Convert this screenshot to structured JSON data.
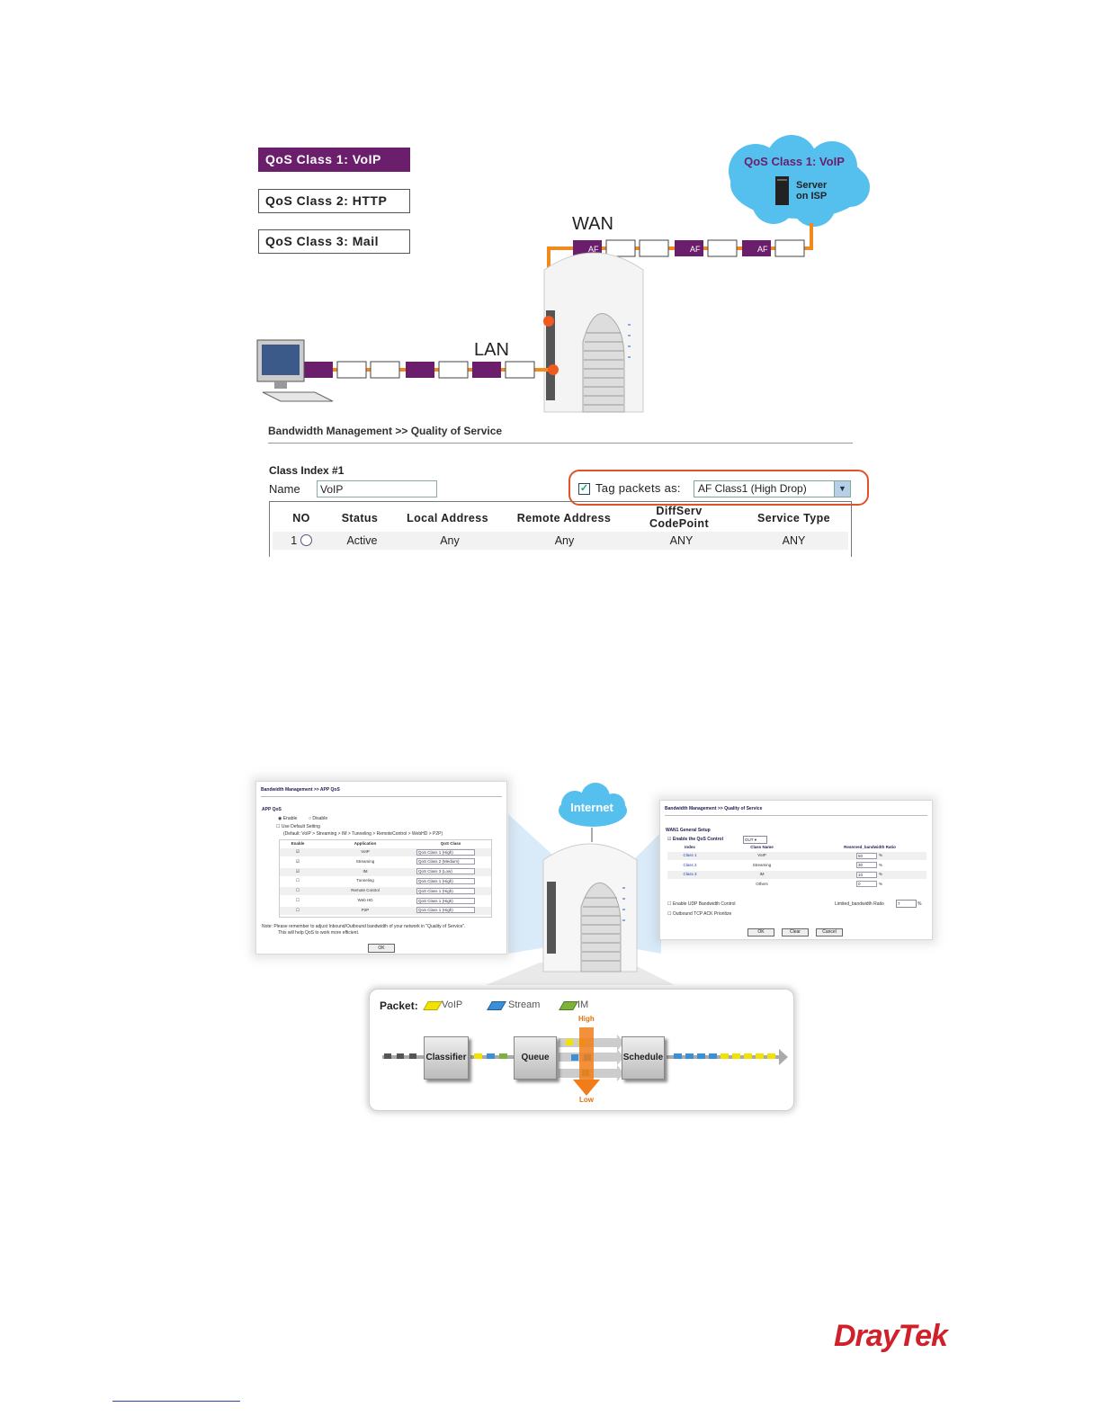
{
  "diagram_top": {
    "qos_labels": [
      "QoS Class 1: VoIP",
      "QoS Class 2: HTTP",
      "QoS  Class 3: Mail"
    ],
    "cloud_title": "QoS Class 1: VoIP",
    "server_label_1": "Server",
    "server_label_2": "on ISP",
    "wan_label": "WAN",
    "lan_label": "LAN",
    "af_tag": "AF"
  },
  "qos_form": {
    "breadcrumb": "Bandwidth Management >> Quality of Service",
    "class_index": "Class Index #1",
    "name_label": "Name",
    "name_value": "VoIP",
    "tag_label": "Tag packets as:",
    "tag_value": "AF Class1 (High Drop)",
    "columns": [
      "NO",
      "Status",
      "Local Address",
      "Remote Address",
      "DiffServ CodePoint",
      "Service Type"
    ],
    "row": {
      "no": "1",
      "status": "Active",
      "local": "Any",
      "remote": "Any",
      "diffserv": "ANY",
      "service": "ANY"
    }
  },
  "app_qos_panel": {
    "breadcrumb": "Bandwidth Management >> APP QoS",
    "section": "APP QoS",
    "enable": "Enable",
    "disable": "Disable",
    "use_default": "Use Default Setting",
    "default_text": "(Default: VoIP > Streaming > IM > Tunneling > RemoteControl > WebHD > P2P)",
    "headers": [
      "Enable",
      "Application",
      "QoS Class"
    ],
    "rows": [
      {
        "app": "VoIP",
        "cls": "QoS Class 1 (High)"
      },
      {
        "app": "Streaming",
        "cls": "QoS Class 2 (Medium)"
      },
      {
        "app": "IM",
        "cls": "QoS Class 3 (Low)"
      },
      {
        "app": "Tunneling",
        "cls": "QoS Class 1 (High)"
      },
      {
        "app": "Remote Control",
        "cls": "QoS Class 1 (High)"
      },
      {
        "app": "Web HD",
        "cls": "QoS Class 1 (High)"
      },
      {
        "app": "P2P",
        "cls": "QoS Class 1 (High)"
      }
    ],
    "note": "Note: Please remember to adjust Inbound/Outbound bandwidth of your network in \"Quality of Service\".",
    "note2": "This will help QoS to work more efficient.",
    "ok": "OK"
  },
  "internet_label": "Internet",
  "wan_qos_panel": {
    "breadcrumb": "Bandwidth Management >> Quality of Service",
    "section": "WAN1 General Setup",
    "enable_label": "Enable the QoS Control",
    "enable_value": "OUT",
    "headers": [
      "Index",
      "Class Name",
      "Reserved_bandwidth Ratio"
    ],
    "rows": [
      {
        "index": "Class 1",
        "name": "VoIP",
        "ratio": "50"
      },
      {
        "index": "Class 2",
        "name": "Streaming",
        "ratio": "30"
      },
      {
        "index": "Class 3",
        "name": "IM",
        "ratio": "10"
      },
      {
        "index": "",
        "name": "Others",
        "ratio": "0"
      }
    ],
    "udp_label": "Enable UDP Bandwidth Control",
    "limited_label": "Limited_bandwidth Ratio",
    "limited_value": "7",
    "tcp_label": "Outbound TCP ACK Prioritize",
    "buttons": [
      "OK",
      "Clear",
      "Cancel"
    ],
    "percent": "%"
  },
  "flow": {
    "packet_label": "Packet:",
    "legend": [
      "VoIP",
      "Stream",
      "IM"
    ],
    "boxes": [
      "Classifier",
      "Queue",
      "Schedule"
    ],
    "high": "High",
    "low": "Low",
    "colors": {
      "voip": "#f2e200",
      "stream": "#3a8fd8",
      "im": "#7cb13a",
      "arrow": "#f07d1a"
    }
  },
  "brand": "DrayTek",
  "colors": {
    "purple": "#6b1e6b",
    "orange_line": "#f08a1e",
    "cloud": "#55c0ee",
    "brand_red": "#d0202a",
    "highlight": "#e0522a"
  }
}
